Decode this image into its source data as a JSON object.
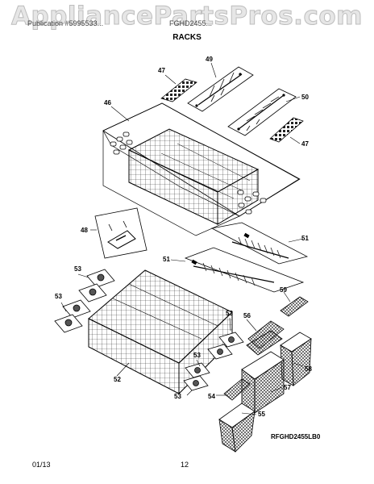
{
  "watermark": "AppliancePartsPros.com",
  "header": {
    "left_text": "Publication #5995533...",
    "right_text": "FGHD2455..."
  },
  "section_title": "RACKS",
  "diagram_code": "RFGHD2455LB0",
  "footer": {
    "date": "01/13",
    "page": "12"
  },
  "callouts": {
    "c47a": "47",
    "c49": "49",
    "c50": "50",
    "c47b": "47",
    "c46": "46",
    "c48": "48",
    "c51a": "51",
    "c51b": "51",
    "c59": "59",
    "c53a": "53",
    "c53b": "53",
    "c53c": "53",
    "c53d": "53",
    "c53e": "53",
    "c56": "56",
    "c58": "58",
    "c52": "52",
    "c54": "54",
    "c57": "57",
    "c55": "55"
  }
}
